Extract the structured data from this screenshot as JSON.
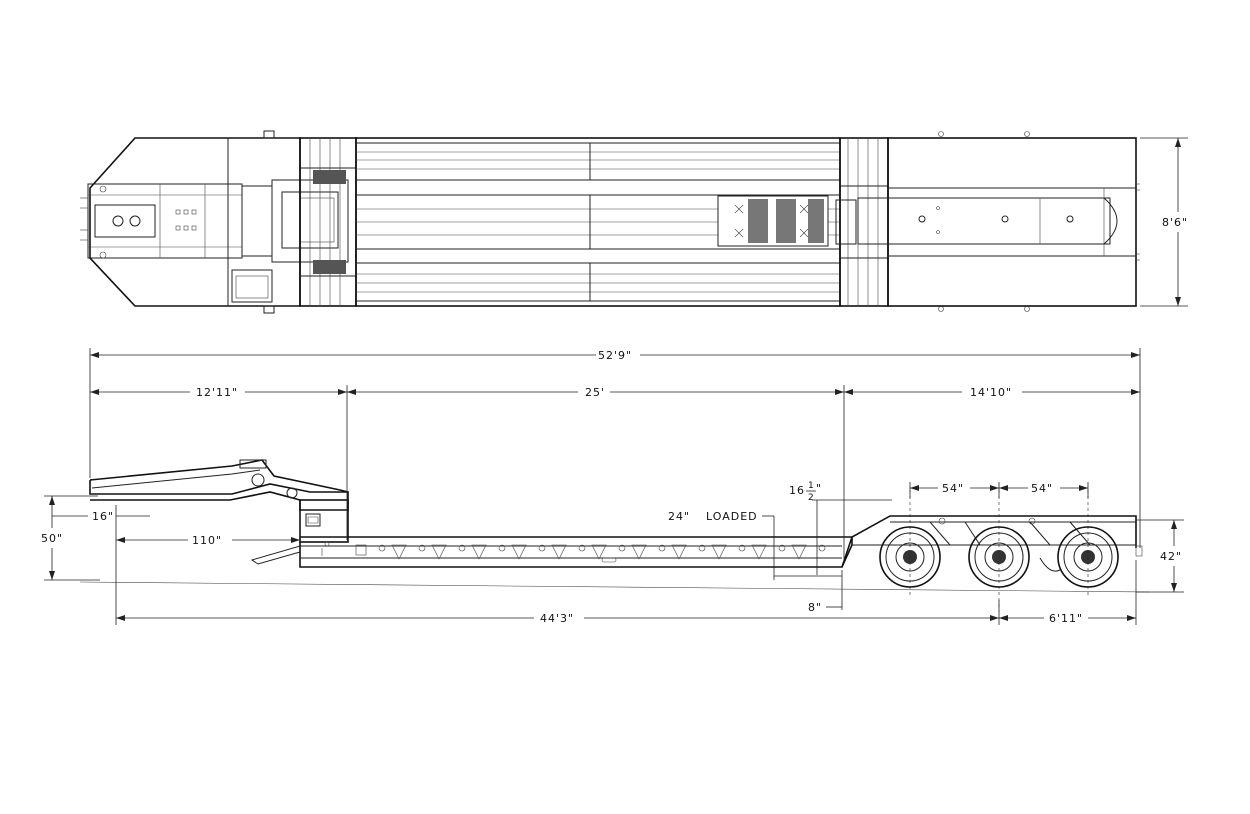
{
  "dimensions": {
    "overall_width": "8'6\"",
    "overall_length": "52'9\"",
    "gooseneck_length": "12'11\"",
    "deck_length": "25'",
    "rear_length": "14'10\"",
    "axle_spread_1": "54\"",
    "axle_spread_2": "54\"",
    "deck_rise_whole": "16",
    "deck_rise_num": "1",
    "deck_rise_den": "2",
    "deck_rise_unit": "\"",
    "deck_height_loaded_value": "24\"",
    "deck_height_loaded_label": "LOADED",
    "kingpin_setting": "16\"",
    "fifth_wheel_height": "50\"",
    "swing_radius": "110\"",
    "rear_height": "42\"",
    "ground_clearance": "8\"",
    "kingpin_to_axle": "44'3\"",
    "rear_overhang": "6'11\""
  }
}
